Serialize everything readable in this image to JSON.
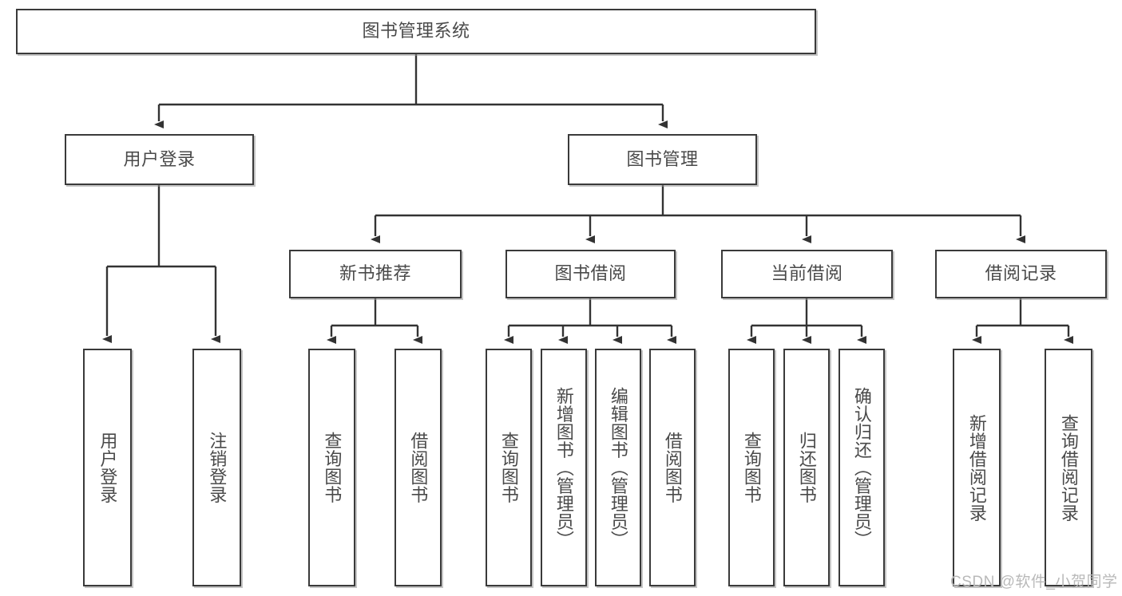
{
  "diagram": {
    "title": "图书管理系统",
    "type": "tree",
    "root": {
      "id": "root",
      "label": "图书管理系统"
    },
    "level2": [
      {
        "id": "user-login",
        "label": "用户登录"
      },
      {
        "id": "book-manage",
        "label": "图书管理"
      }
    ],
    "level3": [
      {
        "id": "new-book-rec",
        "label": "新书推荐"
      },
      {
        "id": "book-borrow",
        "label": "图书借阅"
      },
      {
        "id": "current-borrow",
        "label": "当前借阅"
      },
      {
        "id": "borrow-record",
        "label": "借阅记录"
      }
    ],
    "leaves": {
      "user_login": [
        {
          "id": "leaf-user-login",
          "label": "用户登录"
        },
        {
          "id": "leaf-logout-login",
          "label": "注销登录"
        }
      ],
      "new_book_rec": [
        {
          "id": "leaf-query-book-1",
          "label": "查询图书"
        },
        {
          "id": "leaf-borrow-book-1",
          "label": "借阅图书"
        }
      ],
      "book_borrow": [
        {
          "id": "leaf-query-book-2",
          "label": "查询图书"
        },
        {
          "id": "leaf-add-book",
          "label": "新增图书（管理员）"
        },
        {
          "id": "leaf-edit-book",
          "label": "编辑图书（管理员）"
        },
        {
          "id": "leaf-borrow-book-2",
          "label": "借阅图书"
        }
      ],
      "current_borrow": [
        {
          "id": "leaf-query-book-3",
          "label": "查询图书"
        },
        {
          "id": "leaf-return-book",
          "label": "归还图书"
        },
        {
          "id": "leaf-confirm-return",
          "label": "确认归还（管理员）"
        }
      ],
      "borrow_record": [
        {
          "id": "leaf-add-record",
          "label": "新增借阅记录"
        },
        {
          "id": "leaf-query-record",
          "label": "查询借阅记录"
        }
      ]
    }
  },
  "watermark": {
    "text": "CSDN @软件_小贺同学"
  },
  "colors": {
    "box_border": "#3a3a3a",
    "box_fill": "#ffffff",
    "text": "#4a4a4a",
    "edge": "#333333",
    "watermark": "#b9b9b9",
    "background": "#ffffff"
  }
}
